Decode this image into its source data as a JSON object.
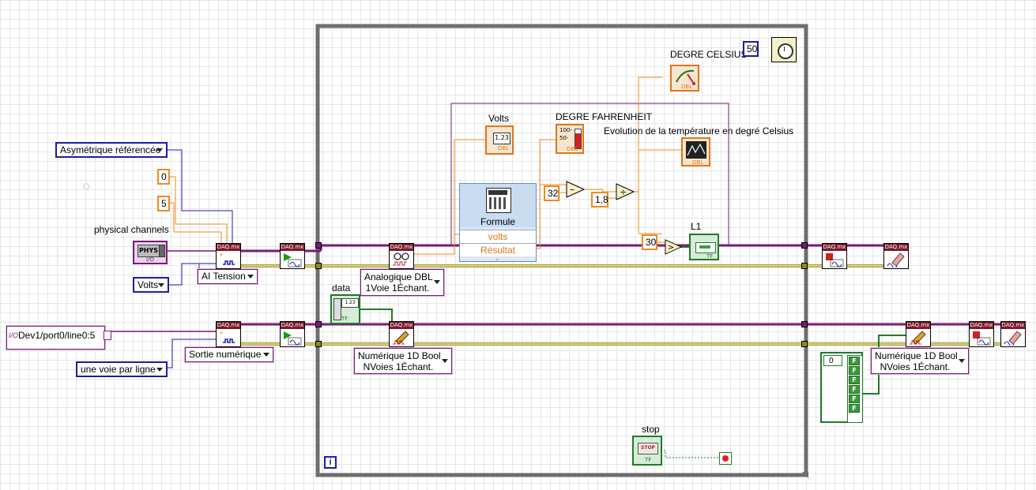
{
  "constants": {
    "terminal_config": "Asymétrique référencée",
    "min_value": "0",
    "max_value": "5",
    "units": "Volts",
    "digital_lines": "Dev1/port0/line0:5",
    "line_grouping": "une voie par ligne",
    "y_offset": "32",
    "divisor": "1,8",
    "threshold": "30",
    "wait_ms": "50",
    "bool_array_index": "0",
    "bool_values": [
      "F",
      "F",
      "F",
      "F",
      "F",
      "F"
    ]
  },
  "labels": {
    "physical_channels": "physical channels",
    "volts_indicator": "Volts",
    "fahrenheit": "DEGRE FAHRENHEIT",
    "celsius": "DEGRE CELSIUS",
    "chart": "Evolution de la température en degré Celsius",
    "led": "L1",
    "data": "data",
    "stop": "stop"
  },
  "polymorphic": {
    "ai_voltage": "AI Tension",
    "digital_output": "Sortie numérique",
    "read_line1": "Analogique DBL",
    "read_line2": "1Voie 1Échant.",
    "write_line1": "Numérique 1D Bool",
    "write_line2": "NVoies 1Échant.",
    "write2_line1": "Numérique 1D Bool",
    "write2_line2": "NVoies 1Échant."
  },
  "formula_node": {
    "title": "Formule",
    "input": "volts",
    "output": "Résultat"
  },
  "terminals": {
    "phys": "PHYS",
    "io": "I/O",
    "dbl": "DBL",
    "tf": "TF",
    "display_123": "1.23",
    "stop_text": "STOP",
    "tank_100": "100-",
    "tank_50": "50-",
    "info": "i",
    "daq_header": "DAQ.mx"
  },
  "colors": {
    "dbl_wire": "#f08a1c",
    "daq_task_wire": "#7a1a7a",
    "error_wire": "#a8a020",
    "bool_wire": "#1f7a2a",
    "enum_border": "#1c1ca8",
    "while_loop": "#6e6e6e"
  }
}
